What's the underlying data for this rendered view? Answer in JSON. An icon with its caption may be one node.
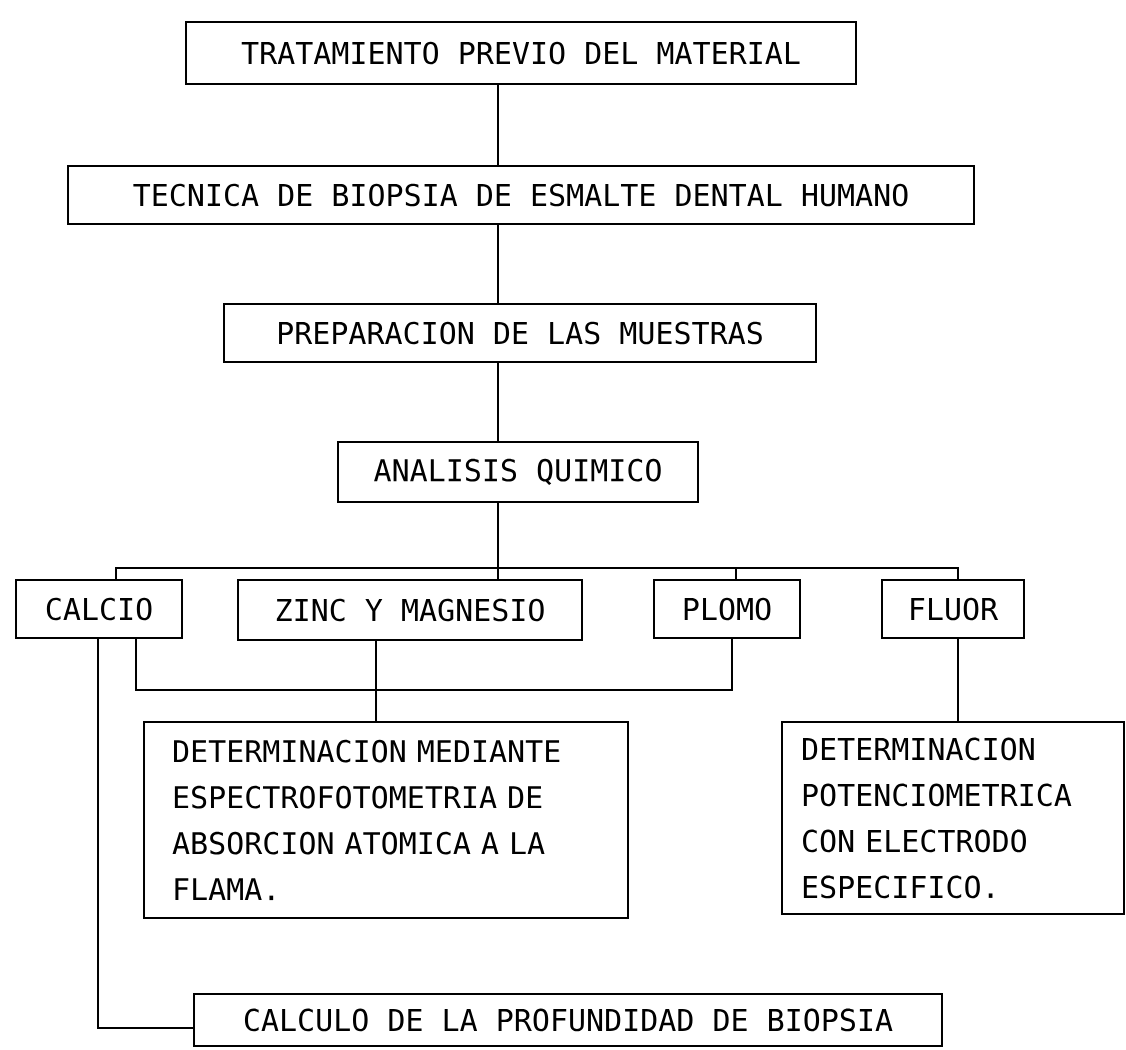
{
  "diagram": {
    "nodes": [
      {
        "text": [
          "TRATAMIENTO PREVIO DEL MATERIAL"
        ]
      },
      {
        "text": [
          "TECNICA DE BIOPSIA DE ESMALTE DENTAL HUMANO"
        ]
      },
      {
        "text": [
          "PREPARACION DE LAS MUESTRAS"
        ]
      },
      {
        "text": [
          "ANALISIS QUIMICO"
        ]
      },
      {
        "text": [
          "CALCIO"
        ]
      },
      {
        "text": [
          "ZINC Y MAGNESIO"
        ]
      },
      {
        "text": [
          "PLOMO"
        ]
      },
      {
        "text": [
          "FLUOR"
        ]
      },
      {
        "text": [
          "DETERMINACION MEDIANTE ESPECTROFOTOMETRIA DE ABSORCION ATOMICA A LA FLAMA."
        ]
      },
      {
        "text": [
          "DETERMINACION POTENCIOMETRICA CON ELECTRODO ESPECIFICO."
        ]
      },
      {
        "text": [
          "CALCULO DE LA PROFUNDIDAD DE BIOPSIA"
        ]
      }
    ],
    "edges": [
      {
        "from": 0,
        "to": 1,
        "arrow": "none"
      },
      {
        "from": 1,
        "to": 2,
        "arrow": "none"
      },
      {
        "from": 2,
        "to": 3,
        "arrow": "none"
      },
      {
        "from": 3,
        "to": 4,
        "arrow": "none"
      },
      {
        "from": 3,
        "to": 5,
        "arrow": "none"
      },
      {
        "from": 3,
        "to": 6,
        "arrow": "none"
      },
      {
        "from": 3,
        "to": 7,
        "arrow": "none"
      },
      {
        "from": 4,
        "to": 8,
        "arrow": "none"
      },
      {
        "from": 5,
        "to": 8,
        "arrow": "none"
      },
      {
        "from": 6,
        "to": 8,
        "arrow": "none"
      },
      {
        "from": 7,
        "to": 9,
        "arrow": "none"
      },
      {
        "from": 4,
        "to": 10,
        "arrow": "none"
      }
    ]
  }
}
